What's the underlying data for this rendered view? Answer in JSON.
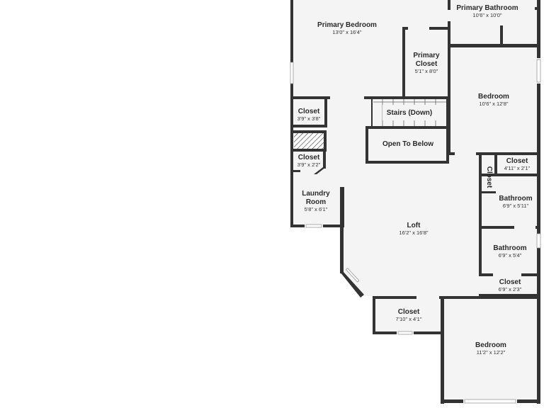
{
  "rooms": {
    "primary_bedroom": {
      "name": "Primary Bedroom",
      "dims": "13'0\" x 16'4\""
    },
    "primary_bathroom": {
      "name": "Primary Bathroom",
      "dims": "10'6\" x 10'0\""
    },
    "primary_closet": {
      "name_line1": "Primary",
      "name_line2": "Closet",
      "dims": "5'1\" x 8'0\""
    },
    "bedroom_east": {
      "name": "Bedroom",
      "dims": "10'6\" x 12'8\""
    },
    "closet_nw": {
      "name": "Closet",
      "dims": "3'9\" x 3'8\""
    },
    "stairs": {
      "name": "Stairs (Down)"
    },
    "open_to_below": {
      "name": "Open To Below"
    },
    "closet_w2": {
      "name": "Closet",
      "dims": "3'9\" x 2'2\""
    },
    "laundry": {
      "name_line1": "Laundry",
      "name_line2": "Room",
      "dims": "5'8\" x 6'1\""
    },
    "closet_e1": {
      "name": "Closet",
      "dims": "4'11\" x 2'1\""
    },
    "closet_vertical": {
      "name": "Closet"
    },
    "bathroom_1": {
      "name": "Bathroom",
      "dims": "6'9\" x 5'11\""
    },
    "loft": {
      "name": "Loft",
      "dims": "16'2\" x 16'8\""
    },
    "bathroom_2": {
      "name": "Bathroom",
      "dims": "6'9\" x 5'4\""
    },
    "closet_e3": {
      "name": "Closet",
      "dims": "6'9\" x 2'3\""
    },
    "closet_south": {
      "name": "Closet",
      "dims": "7'10\" x 4'1\""
    },
    "bedroom_south": {
      "name": "Bedroom",
      "dims": "11'2\" x 12'2\""
    }
  }
}
